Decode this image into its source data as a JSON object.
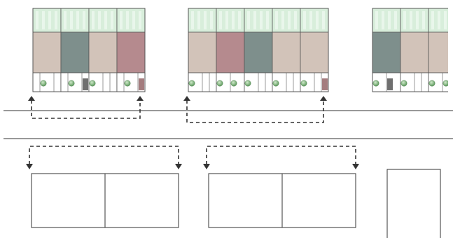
{
  "diagram": {
    "background": "#ffffff",
    "colors": {
      "line": "#333333",
      "roof_top": "#d8eedb",
      "roof_streak": "#eef8ef",
      "divider": "#555555",
      "rose": "#b58a8e",
      "taupe": "#d2c3b9",
      "slate": "#7e8f8c",
      "panel_white": "#ffffff",
      "panel_dark": "#6f6f6f",
      "panel_brown": "#a47c7e",
      "panel_green": "#6d9f6e",
      "dot": "#5c9a5c",
      "dot_light": "#cfe8c9"
    },
    "upper_modules": [
      {
        "id": "module-1",
        "columns": [
          {
            "band": "taupe",
            "base": [
              "white",
              "dot",
              "white",
              "white"
            ]
          },
          {
            "band": "slate",
            "base": [
              "white",
              "dot",
              "white",
              "dark"
            ]
          },
          {
            "band": "taupe",
            "base": [
              "dot",
              "white",
              "white",
              "white"
            ]
          },
          {
            "band": "rose",
            "base": [
              "white",
              "dot",
              "white",
              "brown"
            ]
          }
        ],
        "arrow": "both-up"
      },
      {
        "id": "module-2",
        "columns": [
          {
            "band": "taupe",
            "base": [
              "dot",
              "white",
              "white",
              "white"
            ]
          },
          {
            "band": "rose",
            "base": [
              "dot",
              "white",
              "dot",
              "white"
            ]
          },
          {
            "band": "slate",
            "base": [
              "dot",
              "white",
              "white",
              "white"
            ]
          },
          {
            "band": "taupe",
            "base": [
              "dot",
              "white",
              "white",
              "white"
            ]
          },
          {
            "band": "taupe",
            "base": [
              "dot",
              "white",
              "white",
              "brown"
            ]
          }
        ],
        "arrow": "both-up"
      },
      {
        "id": "module-3",
        "columns": [
          {
            "band": "slate",
            "base": [
              "dot",
              "white",
              "dark",
              "white"
            ]
          },
          {
            "band": "taupe",
            "base": [
              "dot",
              "white",
              "white",
              "white"
            ]
          },
          {
            "band": "taupe",
            "base": [
              "dot",
              "white",
              "dot",
              "white"
            ]
          }
        ],
        "arrow": "none",
        "clipped": true
      }
    ],
    "lower_modules": [
      {
        "id": "lower-1",
        "cells": 2,
        "arrow": "both-down"
      },
      {
        "id": "lower-2",
        "cells": 2,
        "arrow": "both-down"
      },
      {
        "id": "lower-3",
        "cells": 1,
        "arrow": "none",
        "open_bottom": true
      }
    ]
  }
}
